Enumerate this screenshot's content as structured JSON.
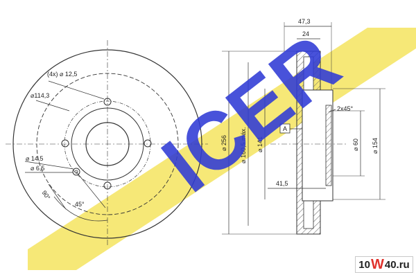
{
  "drawing": {
    "front_view": {
      "bolt_holes": "(4x) ⌀ 12,5",
      "pitch_circle": "⌀114,3",
      "hole_a": "⌀ 14,5",
      "hole_b": "⌀ 6,5",
      "angle_90": "90°",
      "angle_45": "45°"
    },
    "side_view": {
      "width_total": "47,3",
      "width_disc": "24",
      "chamfer": "2x45°",
      "datum": "A",
      "dia_outer": "⌀ 256",
      "dia_min_thickness": "⌀ 160,5 máx.",
      "dia_141": "⌀ 141",
      "dia_60": "⌀ 60",
      "dia_154": "⌀ 154",
      "offset": "41,5"
    }
  },
  "brand_watermark": "ICER",
  "site_badge": {
    "prefix": "10",
    "middle": "W",
    "suffix": "40.ru"
  },
  "colors": {
    "watermark": "#2f3bd6",
    "stripe": "#f3e04a",
    "badge_accent": "#e0312b",
    "line": "#333333"
  }
}
